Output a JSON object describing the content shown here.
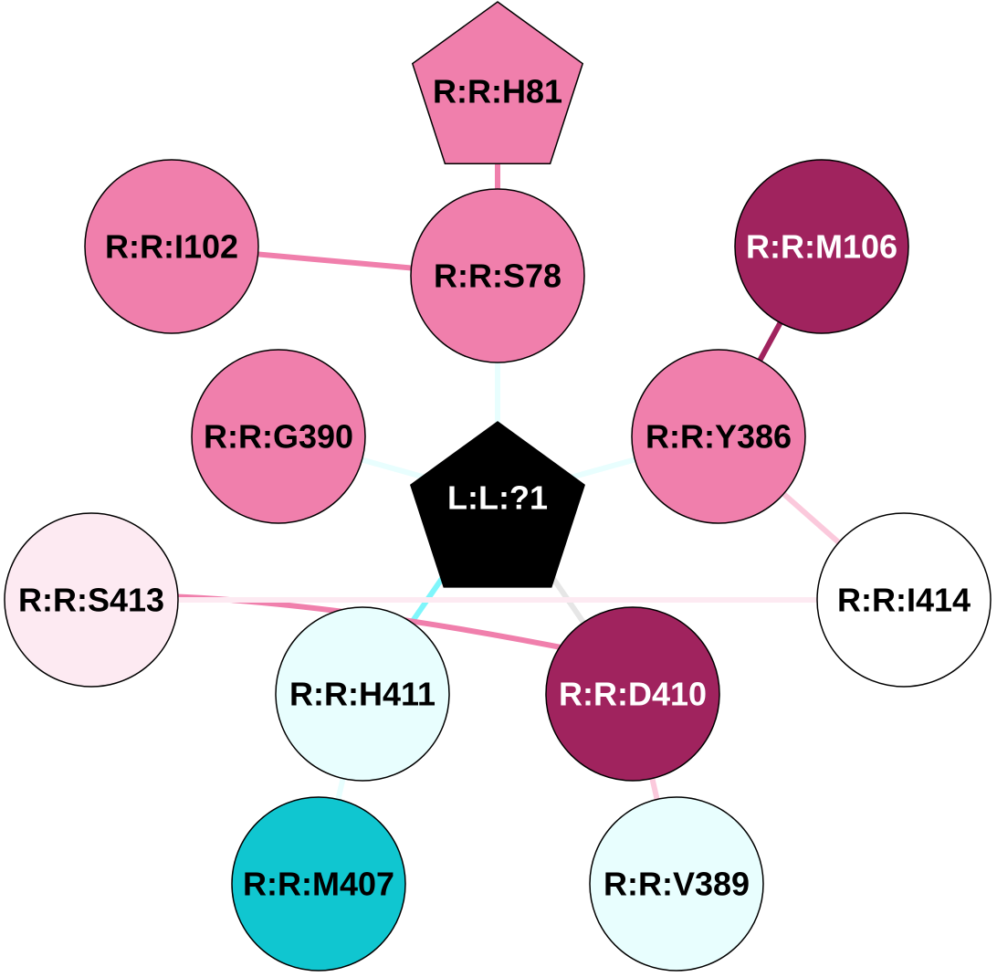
{
  "nodes": [
    {
      "id": "H81",
      "label": "R:R:H81",
      "shape": "pentagon",
      "fill": "#f07fac",
      "text": "#000000"
    },
    {
      "id": "I102",
      "label": "R:R:I102",
      "shape": "circle",
      "fill": "#f07fac",
      "text": "#000000"
    },
    {
      "id": "S78",
      "label": "R:R:S78",
      "shape": "circle",
      "fill": "#f07fac",
      "text": "#000000"
    },
    {
      "id": "M106",
      "label": "R:R:M106",
      "shape": "circle",
      "fill": "#a0235e",
      "text": "#ffffff"
    },
    {
      "id": "G390",
      "label": "R:R:G390",
      "shape": "circle",
      "fill": "#f07fac",
      "text": "#000000"
    },
    {
      "id": "Y386",
      "label": "R:R:Y386",
      "shape": "circle",
      "fill": "#f07fac",
      "text": "#000000"
    },
    {
      "id": "L1",
      "label": "L:L:?1",
      "shape": "pentagon",
      "fill": "#000000",
      "text": "#ffffff"
    },
    {
      "id": "S413",
      "label": "R:R:S413",
      "shape": "circle",
      "fill": "#fdeaf2",
      "text": "#000000"
    },
    {
      "id": "I414",
      "label": "R:R:I414",
      "shape": "circle",
      "fill": "#ffffff",
      "text": "#000000"
    },
    {
      "id": "H411",
      "label": "R:R:H411",
      "shape": "circle",
      "fill": "#e8fefe",
      "text": "#000000"
    },
    {
      "id": "D410",
      "label": "R:R:D410",
      "shape": "circle",
      "fill": "#a0235e",
      "text": "#ffffff"
    },
    {
      "id": "M407",
      "label": "R:R:M407",
      "shape": "circle",
      "fill": "#10c6d0",
      "text": "#000000"
    },
    {
      "id": "V389",
      "label": "R:R:V389",
      "shape": "circle",
      "fill": "#e8fefe",
      "text": "#000000"
    }
  ],
  "edges": [
    {
      "from": "H81",
      "to": "S78",
      "color": "#f07fac"
    },
    {
      "from": "I102",
      "to": "S78",
      "color": "#f07fac"
    },
    {
      "from": "M106",
      "to": "Y386",
      "color": "#a0235e"
    },
    {
      "from": "S78",
      "to": "L1",
      "color": "#e8fefe"
    },
    {
      "from": "G390",
      "to": "L1",
      "color": "#e8fefe"
    },
    {
      "from": "Y386",
      "to": "L1",
      "color": "#e8fefe"
    },
    {
      "from": "Y386",
      "to": "I414",
      "color": "#fbc9dc"
    },
    {
      "from": "H411",
      "to": "L1",
      "color": "#7ff6fb"
    },
    {
      "from": "D410",
      "to": "L1",
      "color": "#e6e6e6"
    },
    {
      "from": "S413",
      "to": "D410",
      "color": "#f07fac"
    },
    {
      "from": "S413",
      "to": "I414",
      "color": "#fdeaf2"
    },
    {
      "from": "H411",
      "to": "M407",
      "color": "#e8fefe"
    },
    {
      "from": "D410",
      "to": "V389",
      "color": "#fbc9dc"
    }
  ]
}
